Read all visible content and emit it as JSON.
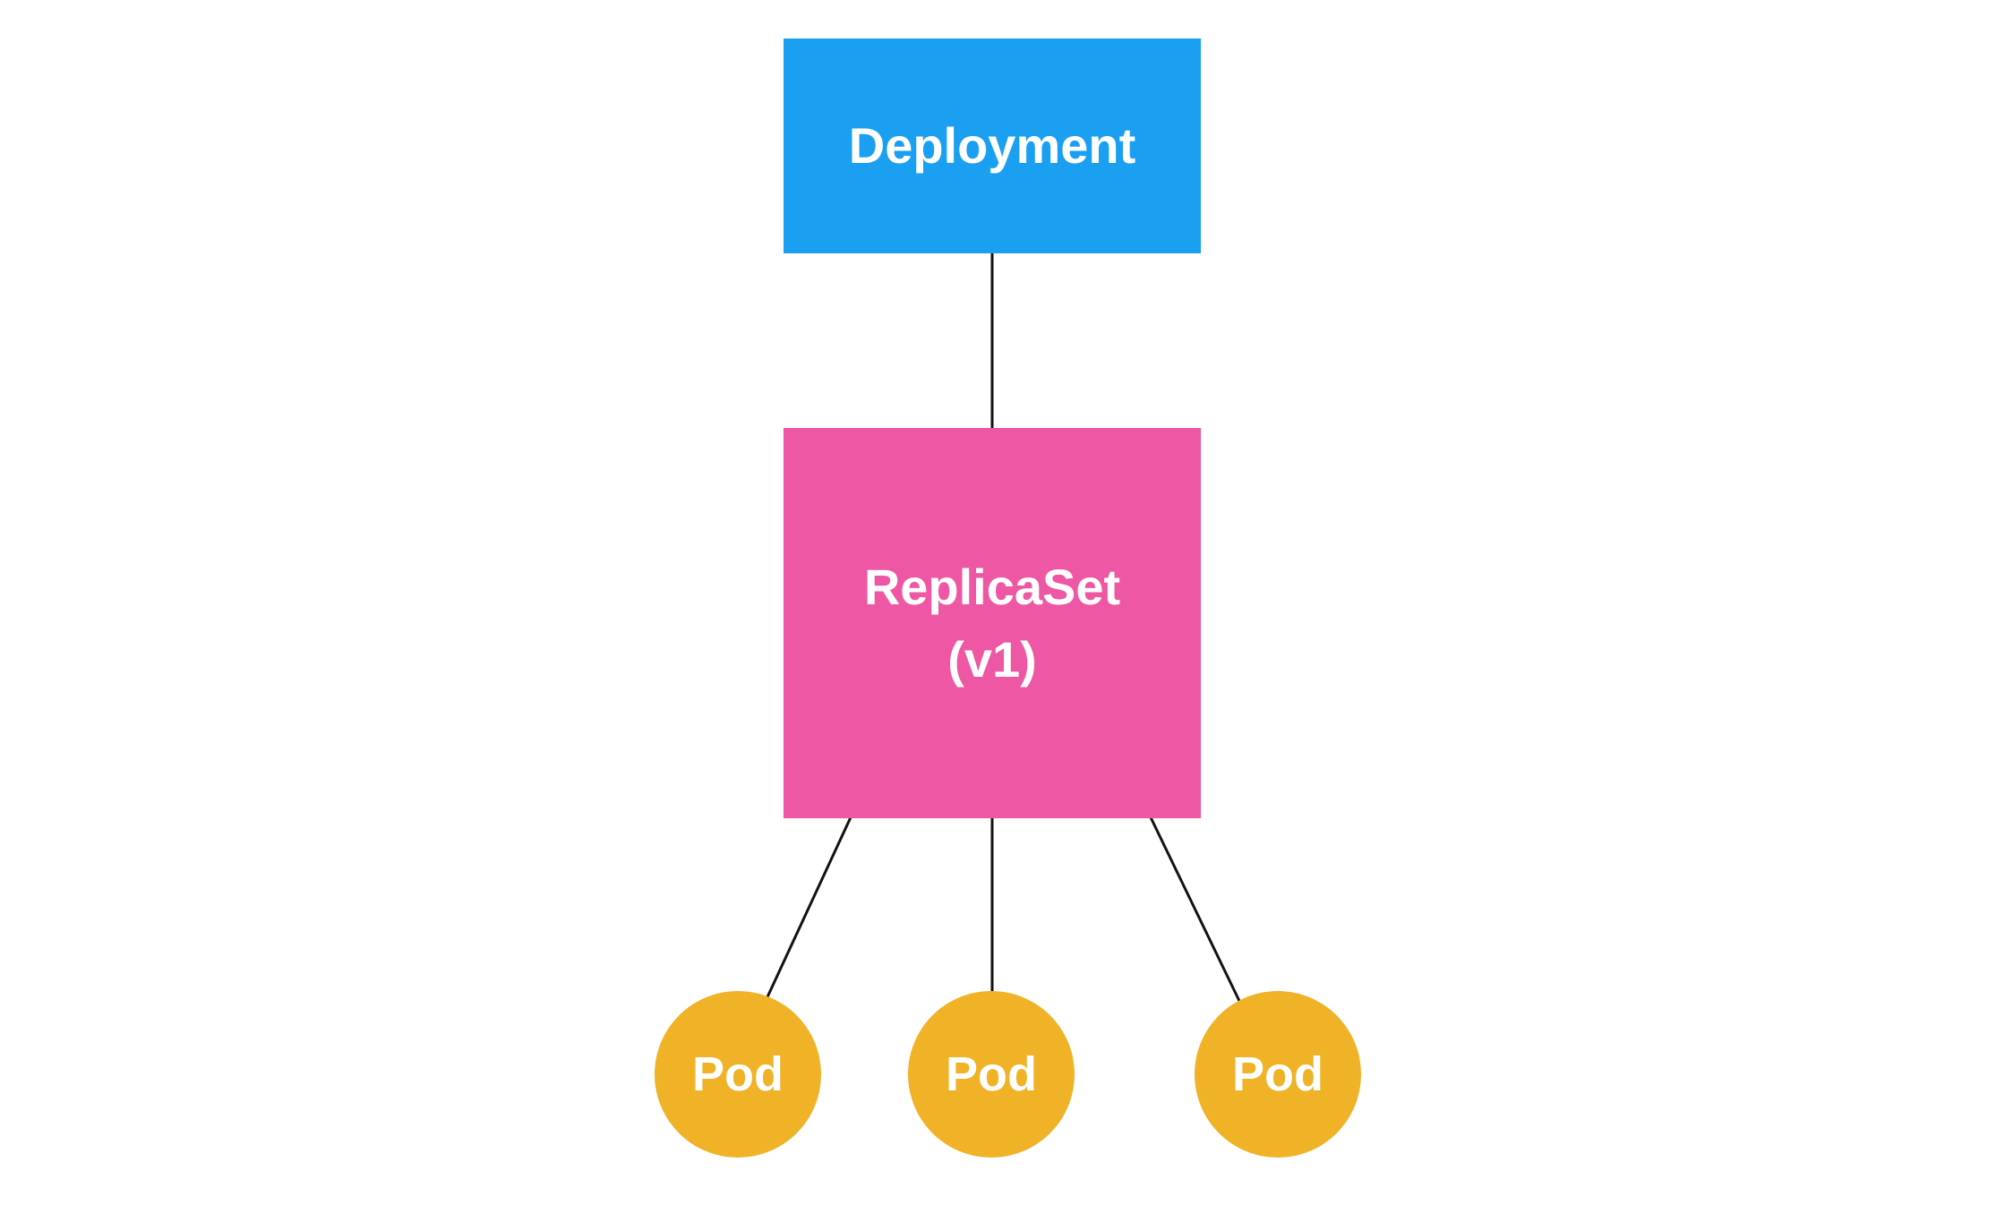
{
  "diagram": {
    "background_color": "#ffffff",
    "edge_color": "#121212",
    "nodes": {
      "deployment": {
        "label": "Deployment",
        "shape": "rectangle",
        "color": "#1A9FF1",
        "text_color": "#ffffff"
      },
      "replicaset": {
        "label": "ReplicaSet",
        "sublabel": "(v1)",
        "shape": "rectangle",
        "color": "#EE57A3",
        "text_color": "#ffffff"
      },
      "pods": [
        {
          "label": "Pod",
          "shape": "circle",
          "color": "#F0B227",
          "text_color": "#ffffff"
        },
        {
          "label": "Pod",
          "shape": "circle",
          "color": "#F0B227",
          "text_color": "#ffffff"
        },
        {
          "label": "Pod",
          "shape": "circle",
          "color": "#F0B227",
          "text_color": "#ffffff"
        }
      ]
    },
    "edges": [
      {
        "from": "Deployment",
        "to": "ReplicaSet (v1)"
      },
      {
        "from": "ReplicaSet (v1)",
        "to": "Pod 1"
      },
      {
        "from": "ReplicaSet (v1)",
        "to": "Pod 2"
      },
      {
        "from": "ReplicaSet (v1)",
        "to": "Pod 3"
      }
    ]
  }
}
